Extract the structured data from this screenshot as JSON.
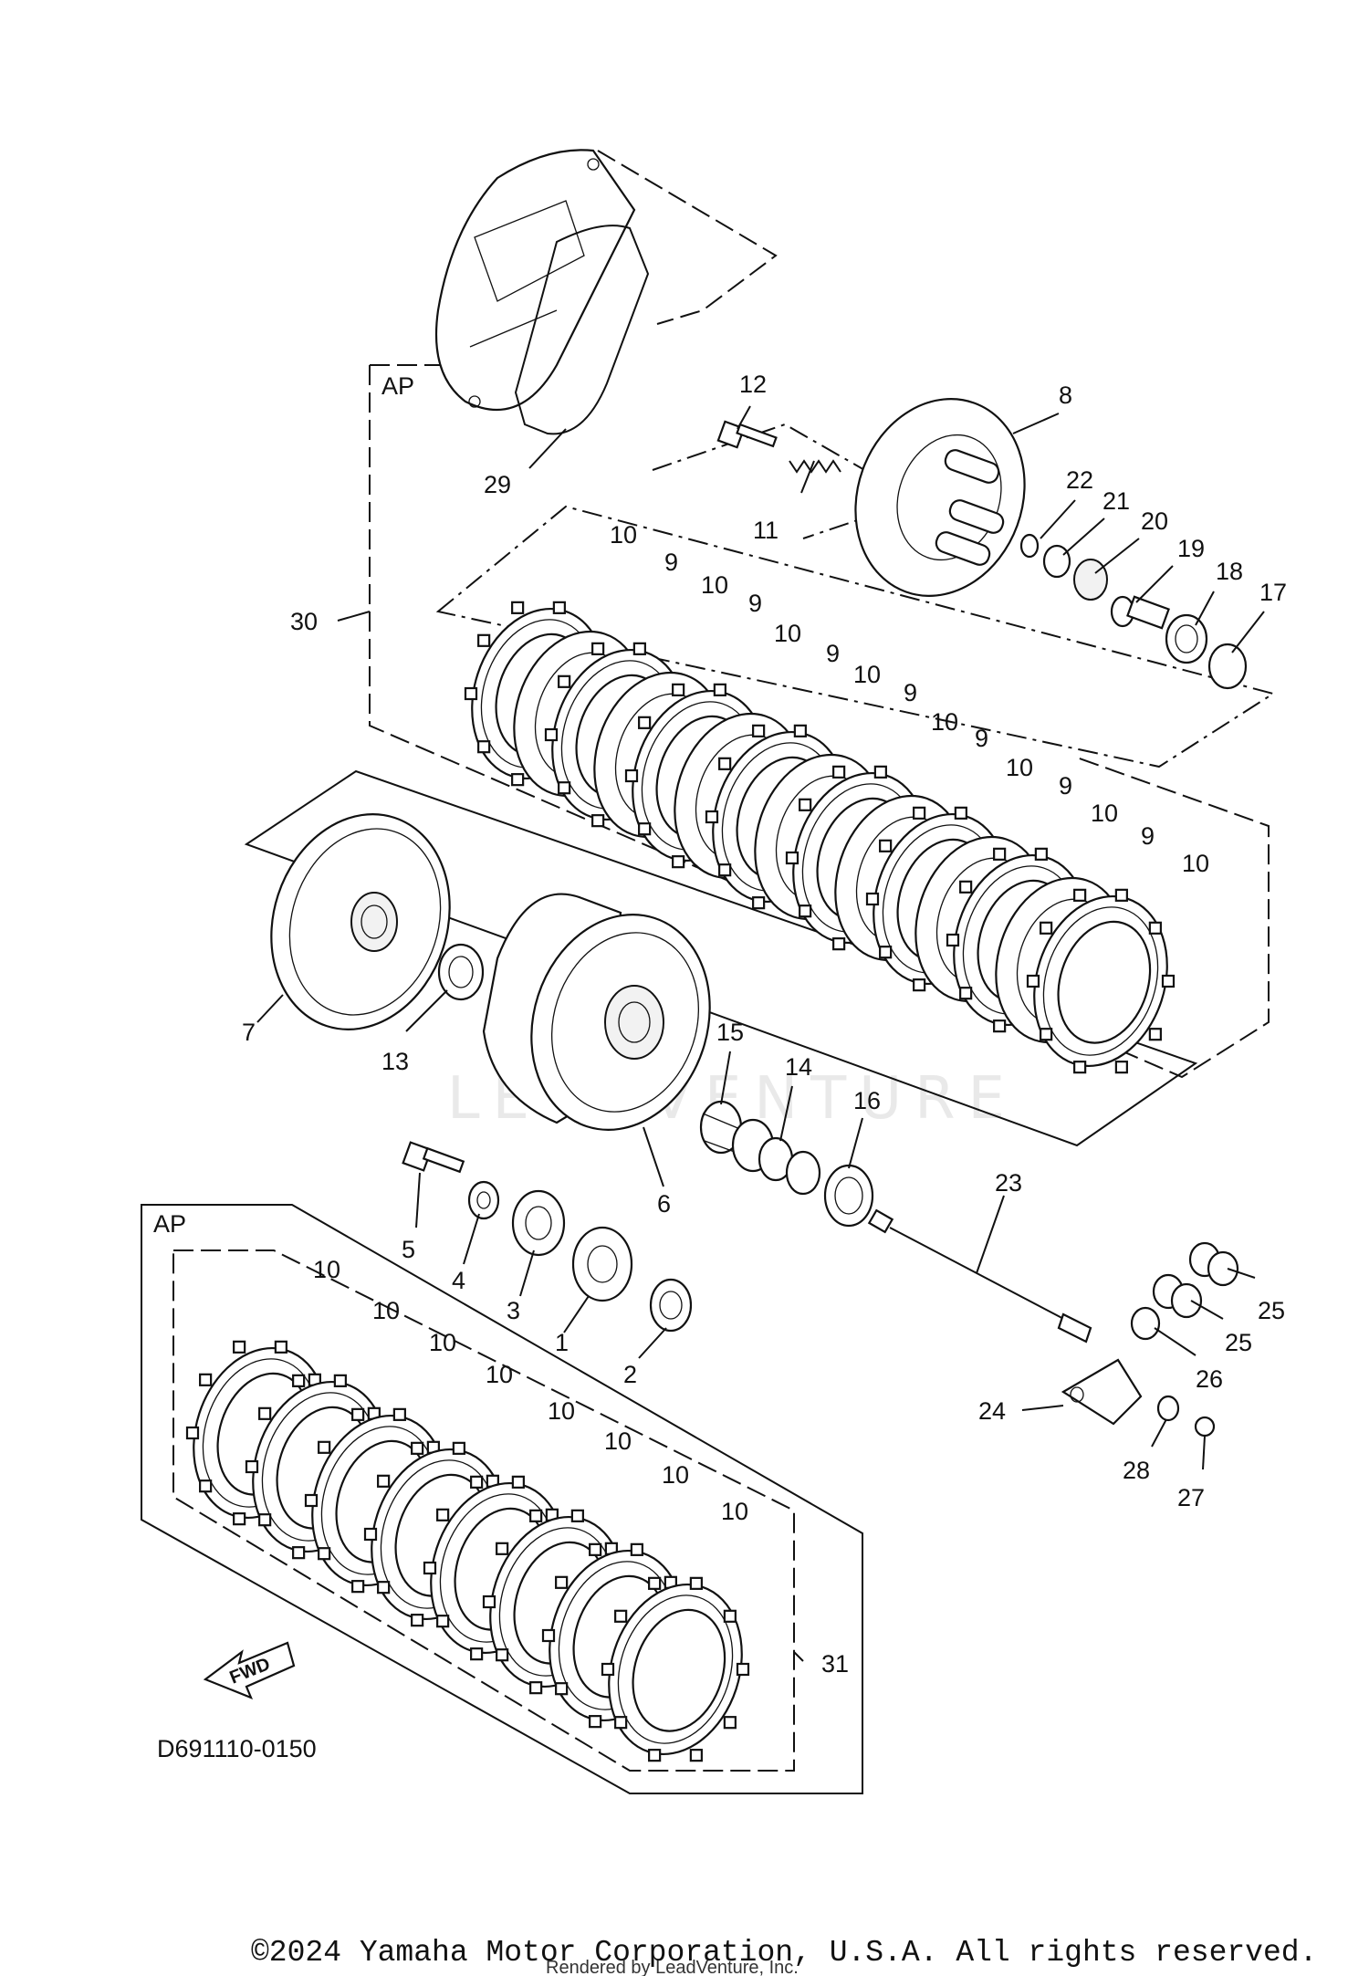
{
  "diagram": {
    "callouts": {
      "c1": "1",
      "c2": "2",
      "c3": "3",
      "c4": "4",
      "c5": "5",
      "c6": "6",
      "c7": "7",
      "c8": "8",
      "c9": "9",
      "c10": "10",
      "c11": "11",
      "c12": "12",
      "c13": "13",
      "c14": "14",
      "c15": "15",
      "c16": "16",
      "c17": "17",
      "c18": "18",
      "c19": "19",
      "c20": "20",
      "c21": "21",
      "c22": "22",
      "c23": "23",
      "c24": "24",
      "c25": "25",
      "c26": "26",
      "c27": "27",
      "c28": "28",
      "c29": "29",
      "c30": "30",
      "c31": "31"
    },
    "group_label_upper": "AP",
    "group_label_lower": "AP",
    "fwd_label": "FWD",
    "diagram_code": "D691110-0150",
    "watermark": "LEADVENTURE"
  },
  "footer": {
    "copyright": "©2024 Yamaha Motor Corporation, U.S.A. All rights reserved.",
    "rendered_by": "Rendered by LeadVenture, Inc."
  }
}
